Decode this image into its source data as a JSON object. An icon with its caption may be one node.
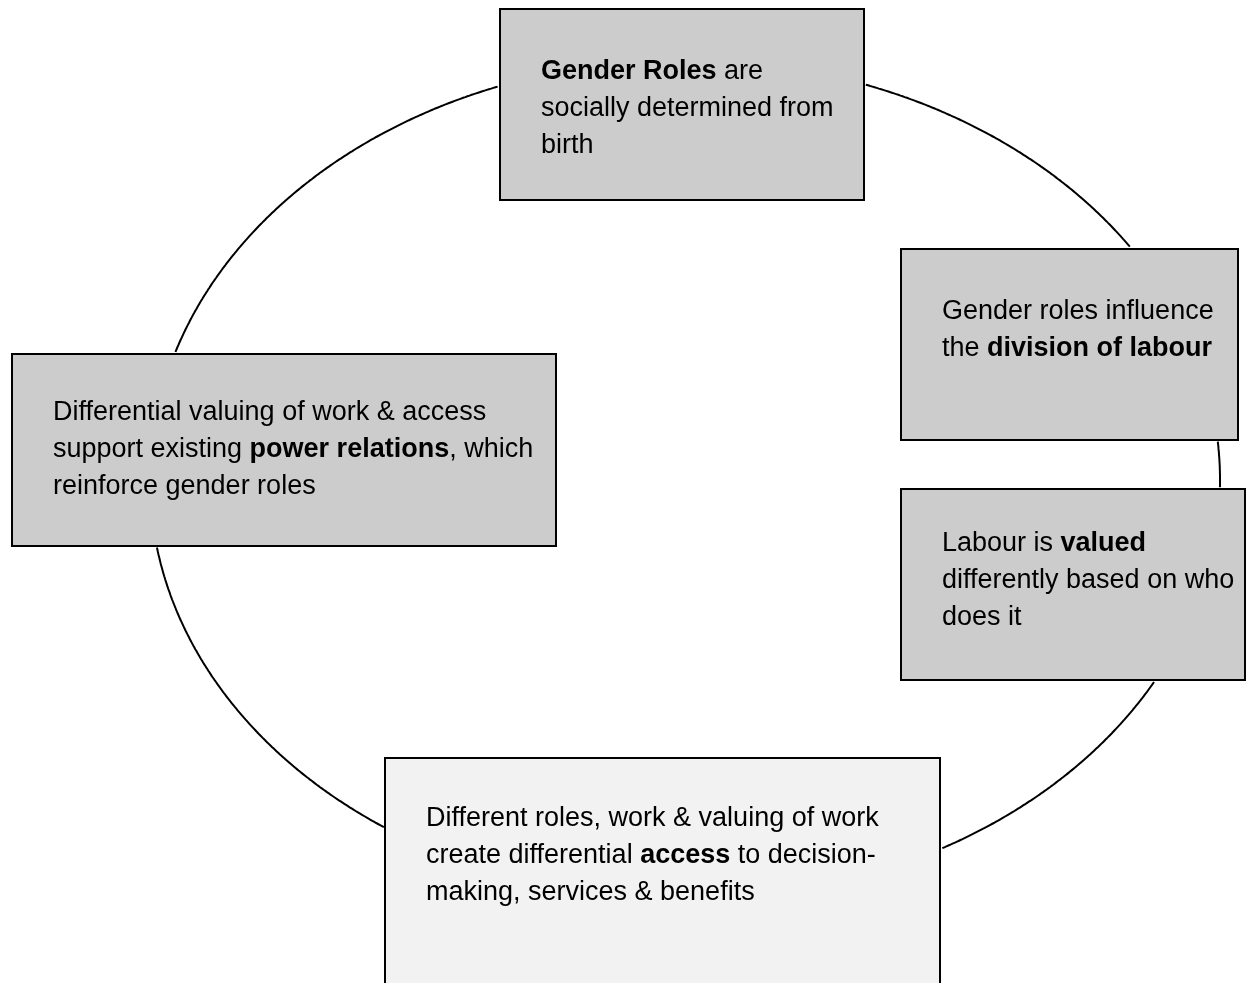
{
  "diagram": {
    "nodes": [
      {
        "text": [
          "**Gender Roles** are socially determined from birth"
        ]
      },
      {
        "text": [
          "Gender roles influence the **division of labour**"
        ]
      },
      {
        "text": [
          "Labour is **valued** differently based on who does it"
        ]
      },
      {
        "text": [
          "Different roles, work & valuing of work create differential **access** to decision-making, services & benefits"
        ]
      },
      {
        "text": [
          "Differential valuing of work & access support existing **power relations**, which reinforce gender roles"
        ]
      }
    ],
    "edges": [
      {
        "from": 0,
        "to": 1,
        "arrow": "none"
      },
      {
        "from": 1,
        "to": 2,
        "arrow": "none"
      },
      {
        "from": 2,
        "to": 3,
        "arrow": "none"
      },
      {
        "from": 3,
        "to": 4,
        "arrow": "none"
      },
      {
        "from": 4,
        "to": 0,
        "arrow": "none"
      }
    ]
  }
}
